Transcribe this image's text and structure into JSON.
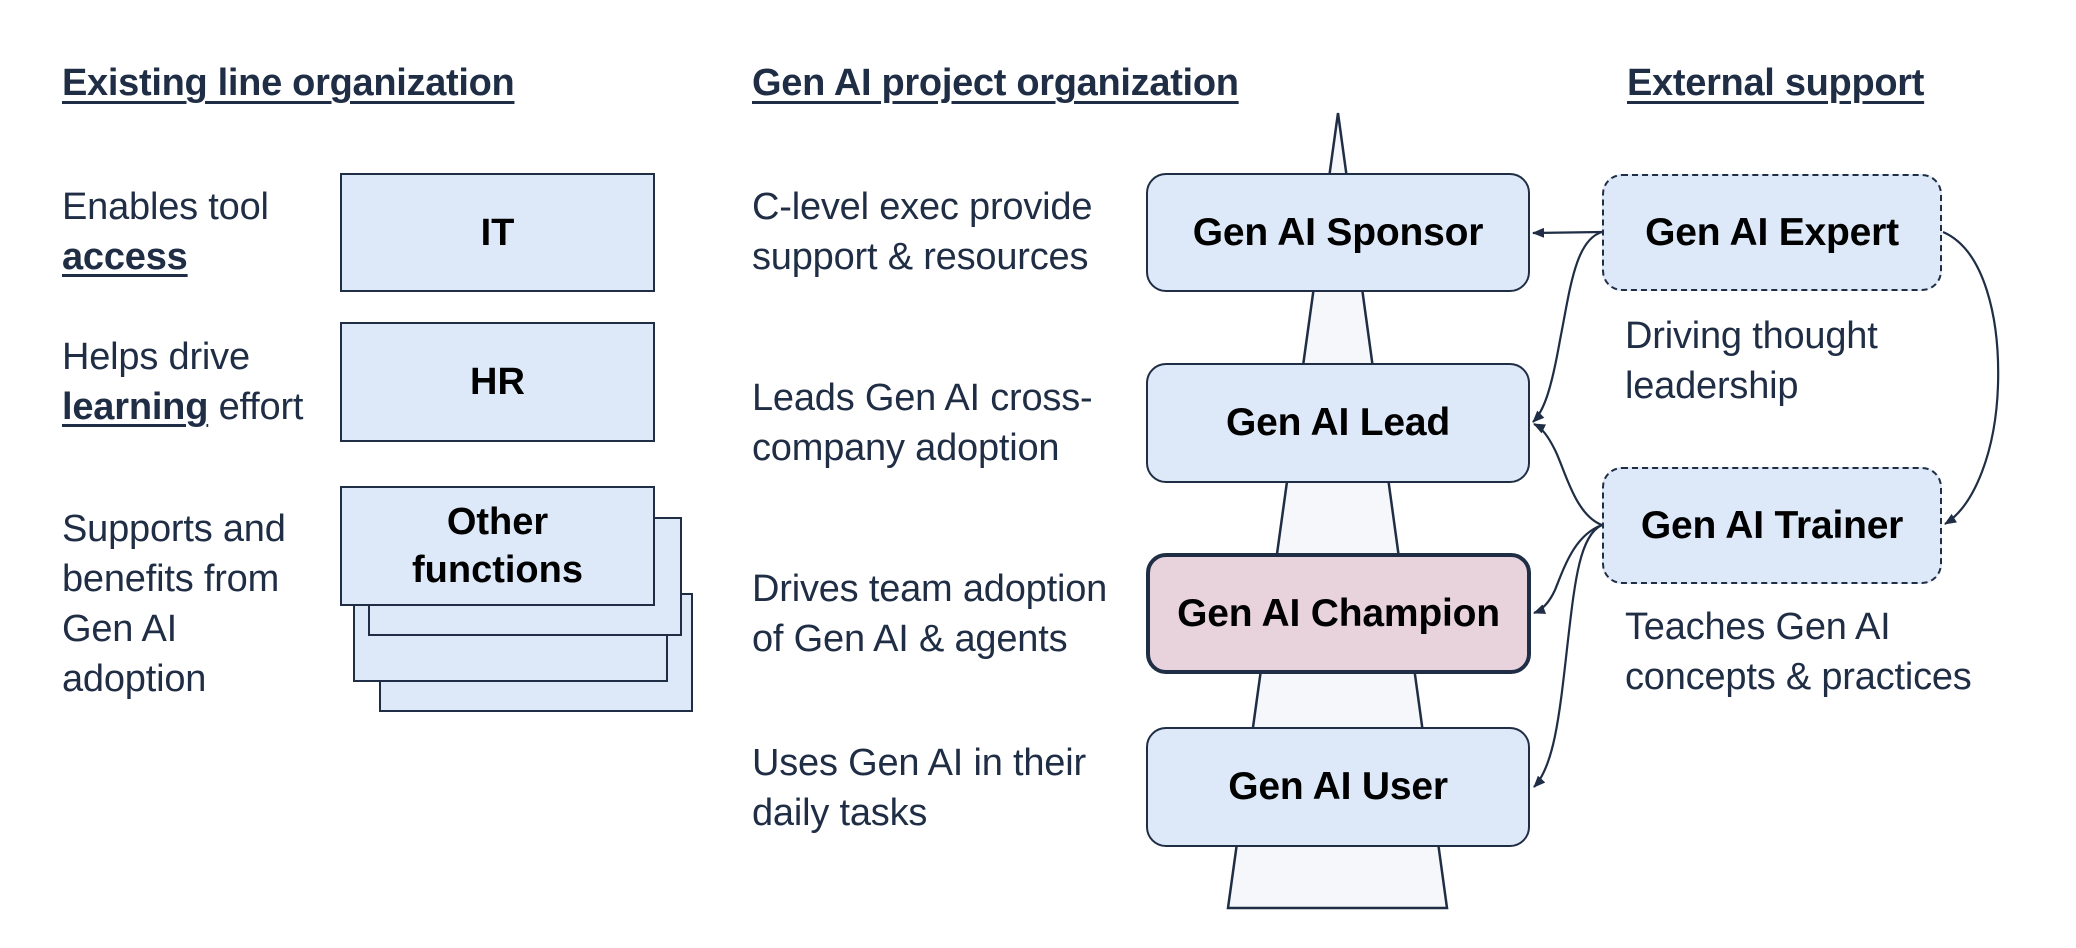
{
  "columns": {
    "existing": {
      "header": "Existing line organization",
      "rows": [
        {
          "desc_pre": "Enables tool ",
          "desc_bold": "access",
          "desc_post": "",
          "box": "IT"
        },
        {
          "desc_pre": "Helps drive ",
          "desc_bold": "learning",
          "desc_post": " effort",
          "box": "HR"
        },
        {
          "desc_pre": "Supports and benefits from Gen AI adoption",
          "desc_bold": "",
          "desc_post": "",
          "box_line1": "Other",
          "box_line2": "functions"
        }
      ]
    },
    "project": {
      "header": "Gen AI project organization",
      "roles": [
        {
          "name": "Gen AI Sponsor",
          "desc_line1": "C-level exec provide",
          "desc_line2": "support & resources"
        },
        {
          "name": "Gen AI Lead",
          "desc_line1": "Leads Gen AI cross-",
          "desc_line2": "company adoption"
        },
        {
          "name": "Gen AI Champion",
          "desc_line1": "Drives team adoption",
          "desc_line2": "of Gen AI & agents",
          "highlighted": true
        },
        {
          "name": "Gen AI User",
          "desc_line1": "Uses Gen AI in their",
          "desc_line2": "daily tasks"
        }
      ]
    },
    "external": {
      "header": "External support",
      "roles": [
        {
          "name": "Gen AI Expert",
          "desc_line1": "Driving thought",
          "desc_line2": "leadership"
        },
        {
          "name": "Gen AI Trainer",
          "desc_line1": "Teaches Gen AI",
          "desc_line2": "concepts & practices"
        }
      ]
    }
  },
  "connections": [
    {
      "from": "Gen AI Expert",
      "to": "Gen AI Sponsor"
    },
    {
      "from": "Gen AI Expert",
      "to": "Gen AI Lead"
    },
    {
      "from": "Gen AI Expert",
      "to": "Gen AI Trainer"
    },
    {
      "from": "Gen AI Trainer",
      "to": "Gen AI Lead"
    },
    {
      "from": "Gen AI Trainer",
      "to": "Gen AI Champion"
    },
    {
      "from": "Gen AI Trainer",
      "to": "Gen AI User"
    }
  ],
  "colors": {
    "text": "#1f2d45",
    "box_fill": "#dde9f8",
    "champion_fill": "#e8d2dc",
    "pyramid_fill": "#f5f7fa"
  }
}
